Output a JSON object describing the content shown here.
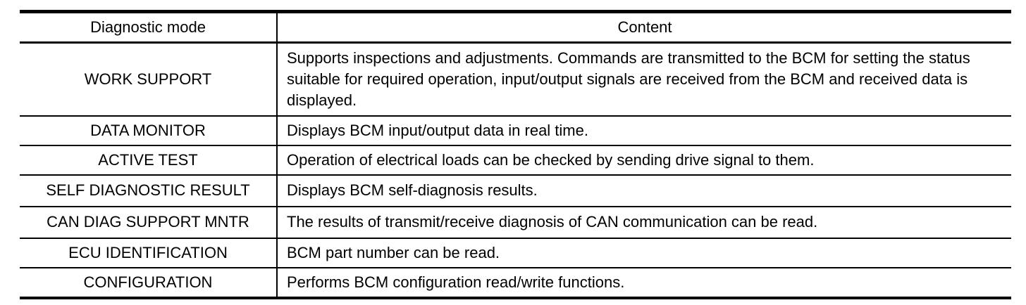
{
  "table": {
    "columns": {
      "mode": "Diagnostic mode",
      "content": "Content"
    },
    "rows": [
      {
        "mode": "WORK SUPPORT",
        "content": "Supports inspections and adjustments. Commands are transmitted to the BCM for setting the status suitable for required operation, input/output signals are received from the BCM and received data is displayed."
      },
      {
        "mode": "DATA MONITOR",
        "content": "Displays BCM input/output data in real time."
      },
      {
        "mode": "ACTIVE TEST",
        "content": "Operation of electrical loads can be checked by sending drive signal to them."
      },
      {
        "mode": "SELF DIAGNOSTIC RESULT",
        "content": "Displays BCM self-diagnosis results."
      },
      {
        "mode": "CAN DIAG SUPPORT MNTR",
        "content": "The results of transmit/receive diagnosis of CAN communication can be read."
      },
      {
        "mode": "ECU IDENTIFICATION",
        "content": "BCM part number can be read."
      },
      {
        "mode": "CONFIGURATION",
        "content": "Performs BCM configuration read/write functions."
      }
    ]
  },
  "colors": {
    "text": "#000000",
    "background": "#ffffff",
    "border": "#000000"
  }
}
